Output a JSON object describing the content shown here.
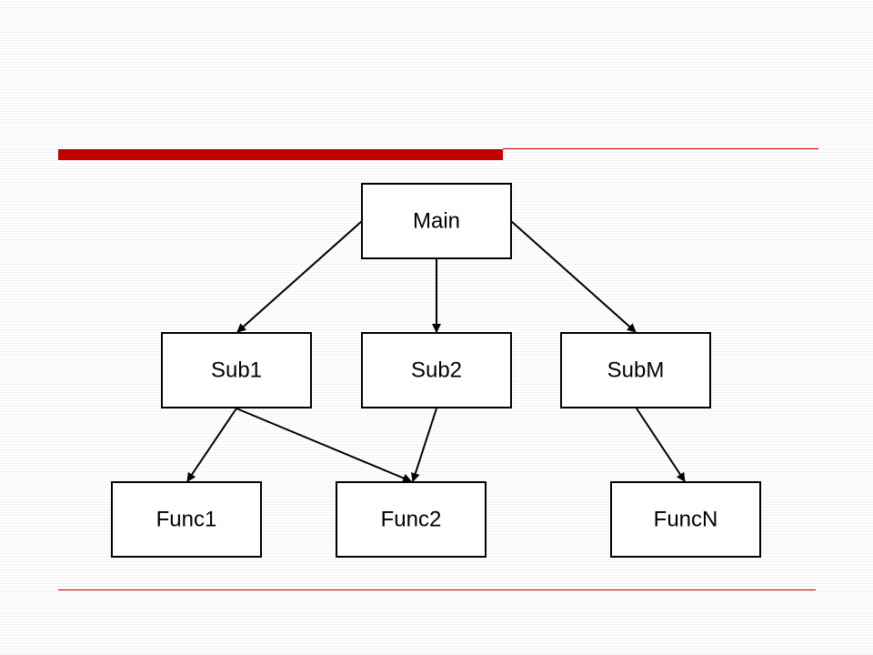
{
  "colors": {
    "accent_red": "#c00000",
    "box_fill": "#ffffff",
    "stroke": "#000000"
  },
  "diagram": {
    "nodes": [
      {
        "id": "main",
        "label": "Main"
      },
      {
        "id": "sub1",
        "label": "Sub1"
      },
      {
        "id": "sub2",
        "label": "Sub2"
      },
      {
        "id": "subm",
        "label": "SubM"
      },
      {
        "id": "func1",
        "label": "Func1"
      },
      {
        "id": "func2",
        "label": "Func2"
      },
      {
        "id": "funcn",
        "label": "FuncN"
      }
    ],
    "edges": [
      {
        "from": "main",
        "to": "sub1"
      },
      {
        "from": "main",
        "to": "sub2"
      },
      {
        "from": "main",
        "to": "subm"
      },
      {
        "from": "sub1",
        "to": "func1"
      },
      {
        "from": "sub1",
        "to": "func2"
      },
      {
        "from": "sub2",
        "to": "func2"
      },
      {
        "from": "subm",
        "to": "funcn"
      }
    ]
  }
}
